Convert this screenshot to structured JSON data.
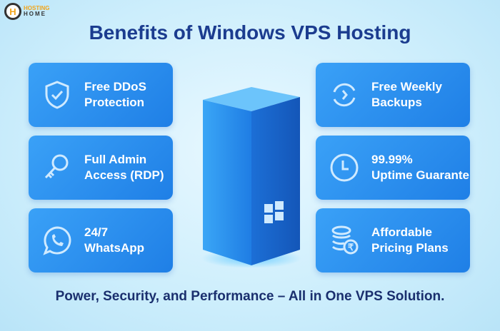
{
  "logo": {
    "mark": "H",
    "line1": "HOSTING",
    "line2": "HOME"
  },
  "title": "Benefits of Windows VPS Hosting",
  "left_cards": [
    {
      "icon": "shield-check-icon",
      "line1": "Free DDoS",
      "line2": "Protection"
    },
    {
      "icon": "key-icon",
      "line1": "Full Admin",
      "line2": "Access (RDP)"
    },
    {
      "icon": "whatsapp-icon",
      "line1": "24/7",
      "line2": "WhatsApp"
    }
  ],
  "right_cards": [
    {
      "icon": "backup-sync-icon",
      "line1": "Free Weekly",
      "line2": "Backups"
    },
    {
      "icon": "clock-icon",
      "line1": "99.99%",
      "line2": "Uptime Guarante"
    },
    {
      "icon": "coins-rupee-icon",
      "line1": "Affordable",
      "line2": "Pricing Plans"
    }
  ],
  "tagline": "Power, Security, and Performance – All in One VPS Solution.",
  "colors": {
    "title": "#1b3c8f",
    "card": "#2f8ff0",
    "tagline": "#1a2f6e"
  }
}
